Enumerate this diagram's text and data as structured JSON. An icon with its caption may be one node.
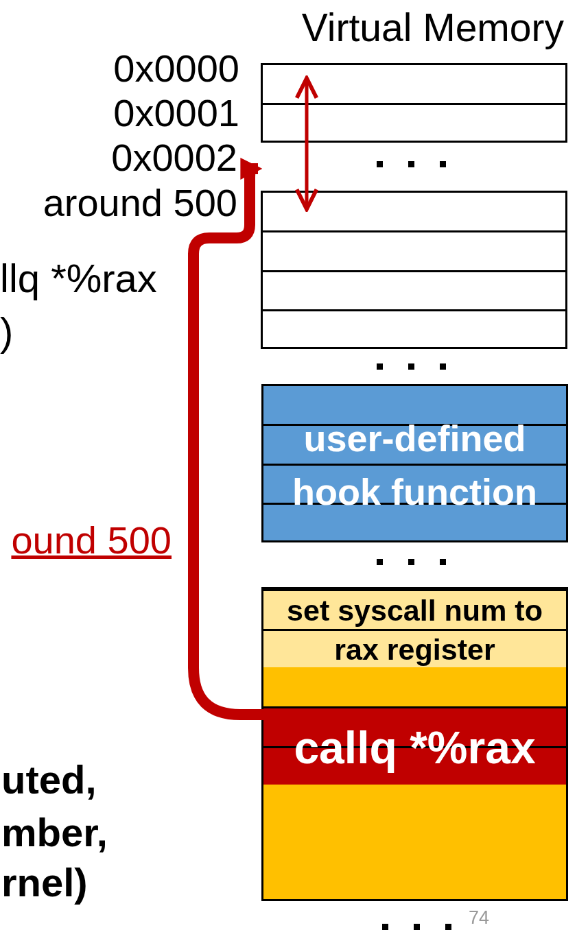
{
  "diagram": {
    "title": "Virtual Memory",
    "nodes": [
      {
        "text": [],
        "shape": "box"
      },
      {
        "text": [],
        "shape": "box"
      },
      {
        "text": [
          "user-defined hook function"
        ]
      },
      {
        "text": [],
        "shape": "box"
      },
      {
        "text": [
          "set syscall num to rax register"
        ],
        "in": 3
      },
      {
        "text": [
          "callq *%rax"
        ],
        "in": 3
      }
    ],
    "edges": [
      {
        "from": 5,
        "to": 0,
        "arrow": "to",
        "style": "thick",
        "color": "#c00000"
      },
      {
        "from": 0,
        "to": 1,
        "arrow": "both",
        "color": "#c00000"
      }
    ],
    "labels": [
      "0x0000",
      "0x0001",
      "0x0002",
      "around 500",
      "llq *%rax",
      ")",
      "ound 500",
      "uted,",
      "mber,",
      "rnel)",
      "74"
    ]
  }
}
